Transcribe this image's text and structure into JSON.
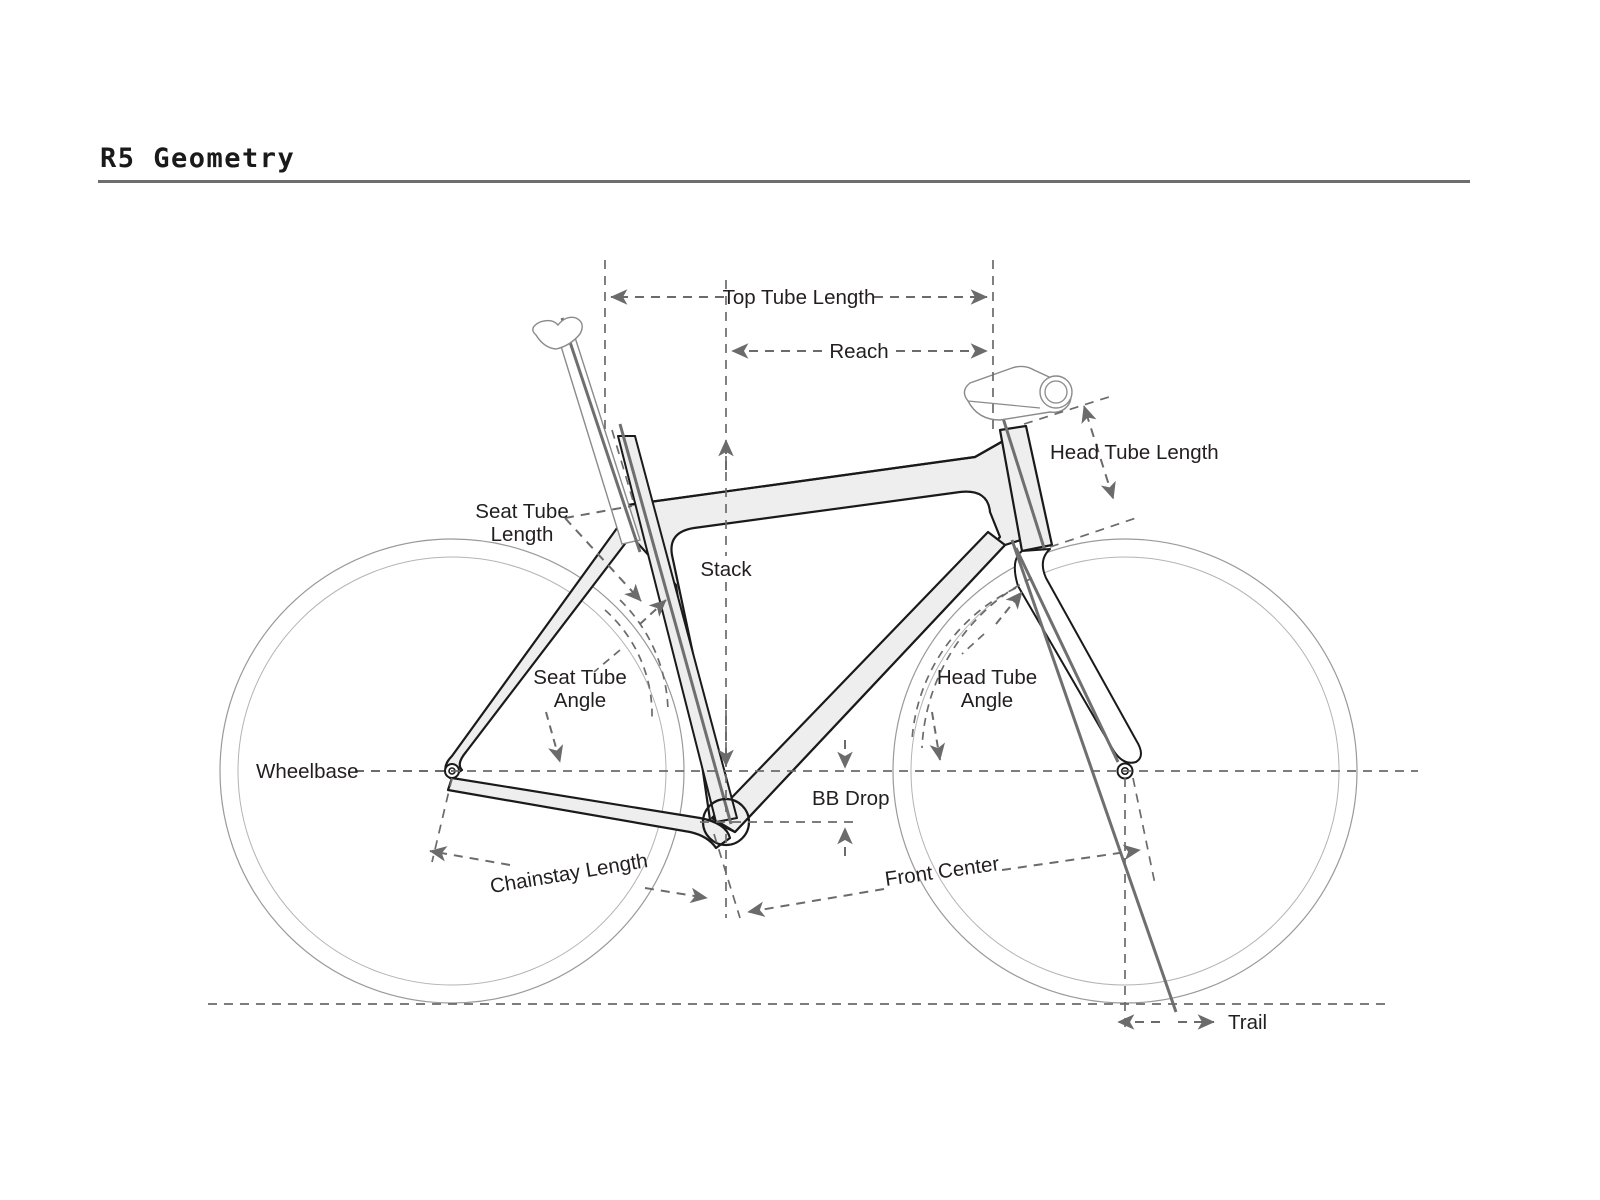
{
  "page": {
    "title": "R5 Geometry",
    "background_color": "#ffffff"
  },
  "colors": {
    "title_text": "#1a1a1a",
    "title_rule": "#6e6e6e",
    "label_text": "#231f20",
    "dimension_line": "#6b6b6b",
    "frame_outline": "#1a1a1a",
    "frame_fill": "#eeeeee",
    "wheel_outline": "#9a9a9a",
    "component_outline": "#7d7d7d"
  },
  "diagram": {
    "name": "bicycle-geometry-diagram",
    "labels": {
      "top_tube_length": "Top Tube Length",
      "reach": "Reach",
      "head_tube_length": "Head Tube Length",
      "seat_tube_length_line1": "Seat Tube",
      "seat_tube_length_line2": "Length",
      "stack": "Stack",
      "seat_tube_angle_line1": "Seat Tube",
      "seat_tube_angle_line2": "Angle",
      "head_tube_angle_line1": "Head Tube",
      "head_tube_angle_line2": "Angle",
      "wheelbase": "Wheelbase",
      "bb_drop": "BB Drop",
      "chainstay_length": "Chainstay Length",
      "front_center": "Front Center",
      "trail": "Trail"
    },
    "measurement_list": [
      "Top Tube Length",
      "Reach",
      "Head Tube Length",
      "Seat Tube Length",
      "Stack",
      "Seat Tube Angle",
      "Head Tube Angle",
      "Wheelbase",
      "BB Drop",
      "Chainstay Length",
      "Front Center",
      "Trail"
    ]
  }
}
